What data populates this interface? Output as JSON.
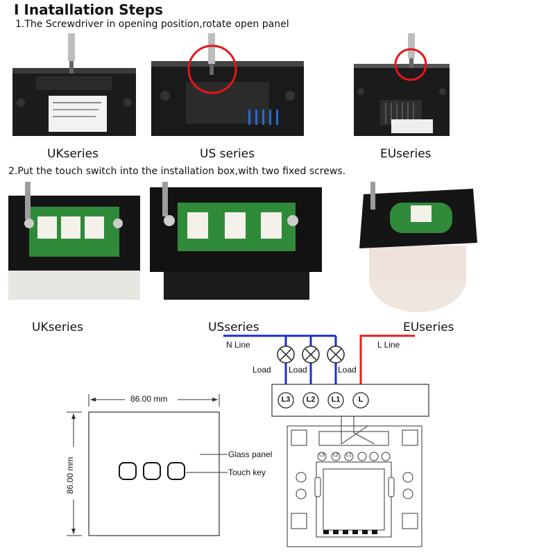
{
  "title": "I Inatallation Steps",
  "steps": {
    "step1": "1.The Screwdriver in opening position,rotate open panel",
    "step2": "2.Put the touch switch into the installation box,with two fixed screws."
  },
  "row1_labels": {
    "uk": "UKseries",
    "us": "US series",
    "eu": "EUseries"
  },
  "row2_labels": {
    "uk": "UKseries",
    "us": "USseries",
    "eu": "EUseries"
  },
  "dimensions": {
    "width": "86.00 mm",
    "height": "86.00 mm",
    "glass_panel": "Glass panel",
    "touch_key": "Touch key"
  },
  "wiring": {
    "n_line": "N Line",
    "l_line": "L Line",
    "load": "Load",
    "terminals": [
      "L3",
      "L2",
      "L1",
      "L"
    ],
    "board_terminals": [
      "L3",
      "L2",
      "L1"
    ]
  },
  "colors": {
    "n_line": "#1a2ecc",
    "l_line": "#e0201a",
    "highlight_circle": "#e8141a"
  }
}
